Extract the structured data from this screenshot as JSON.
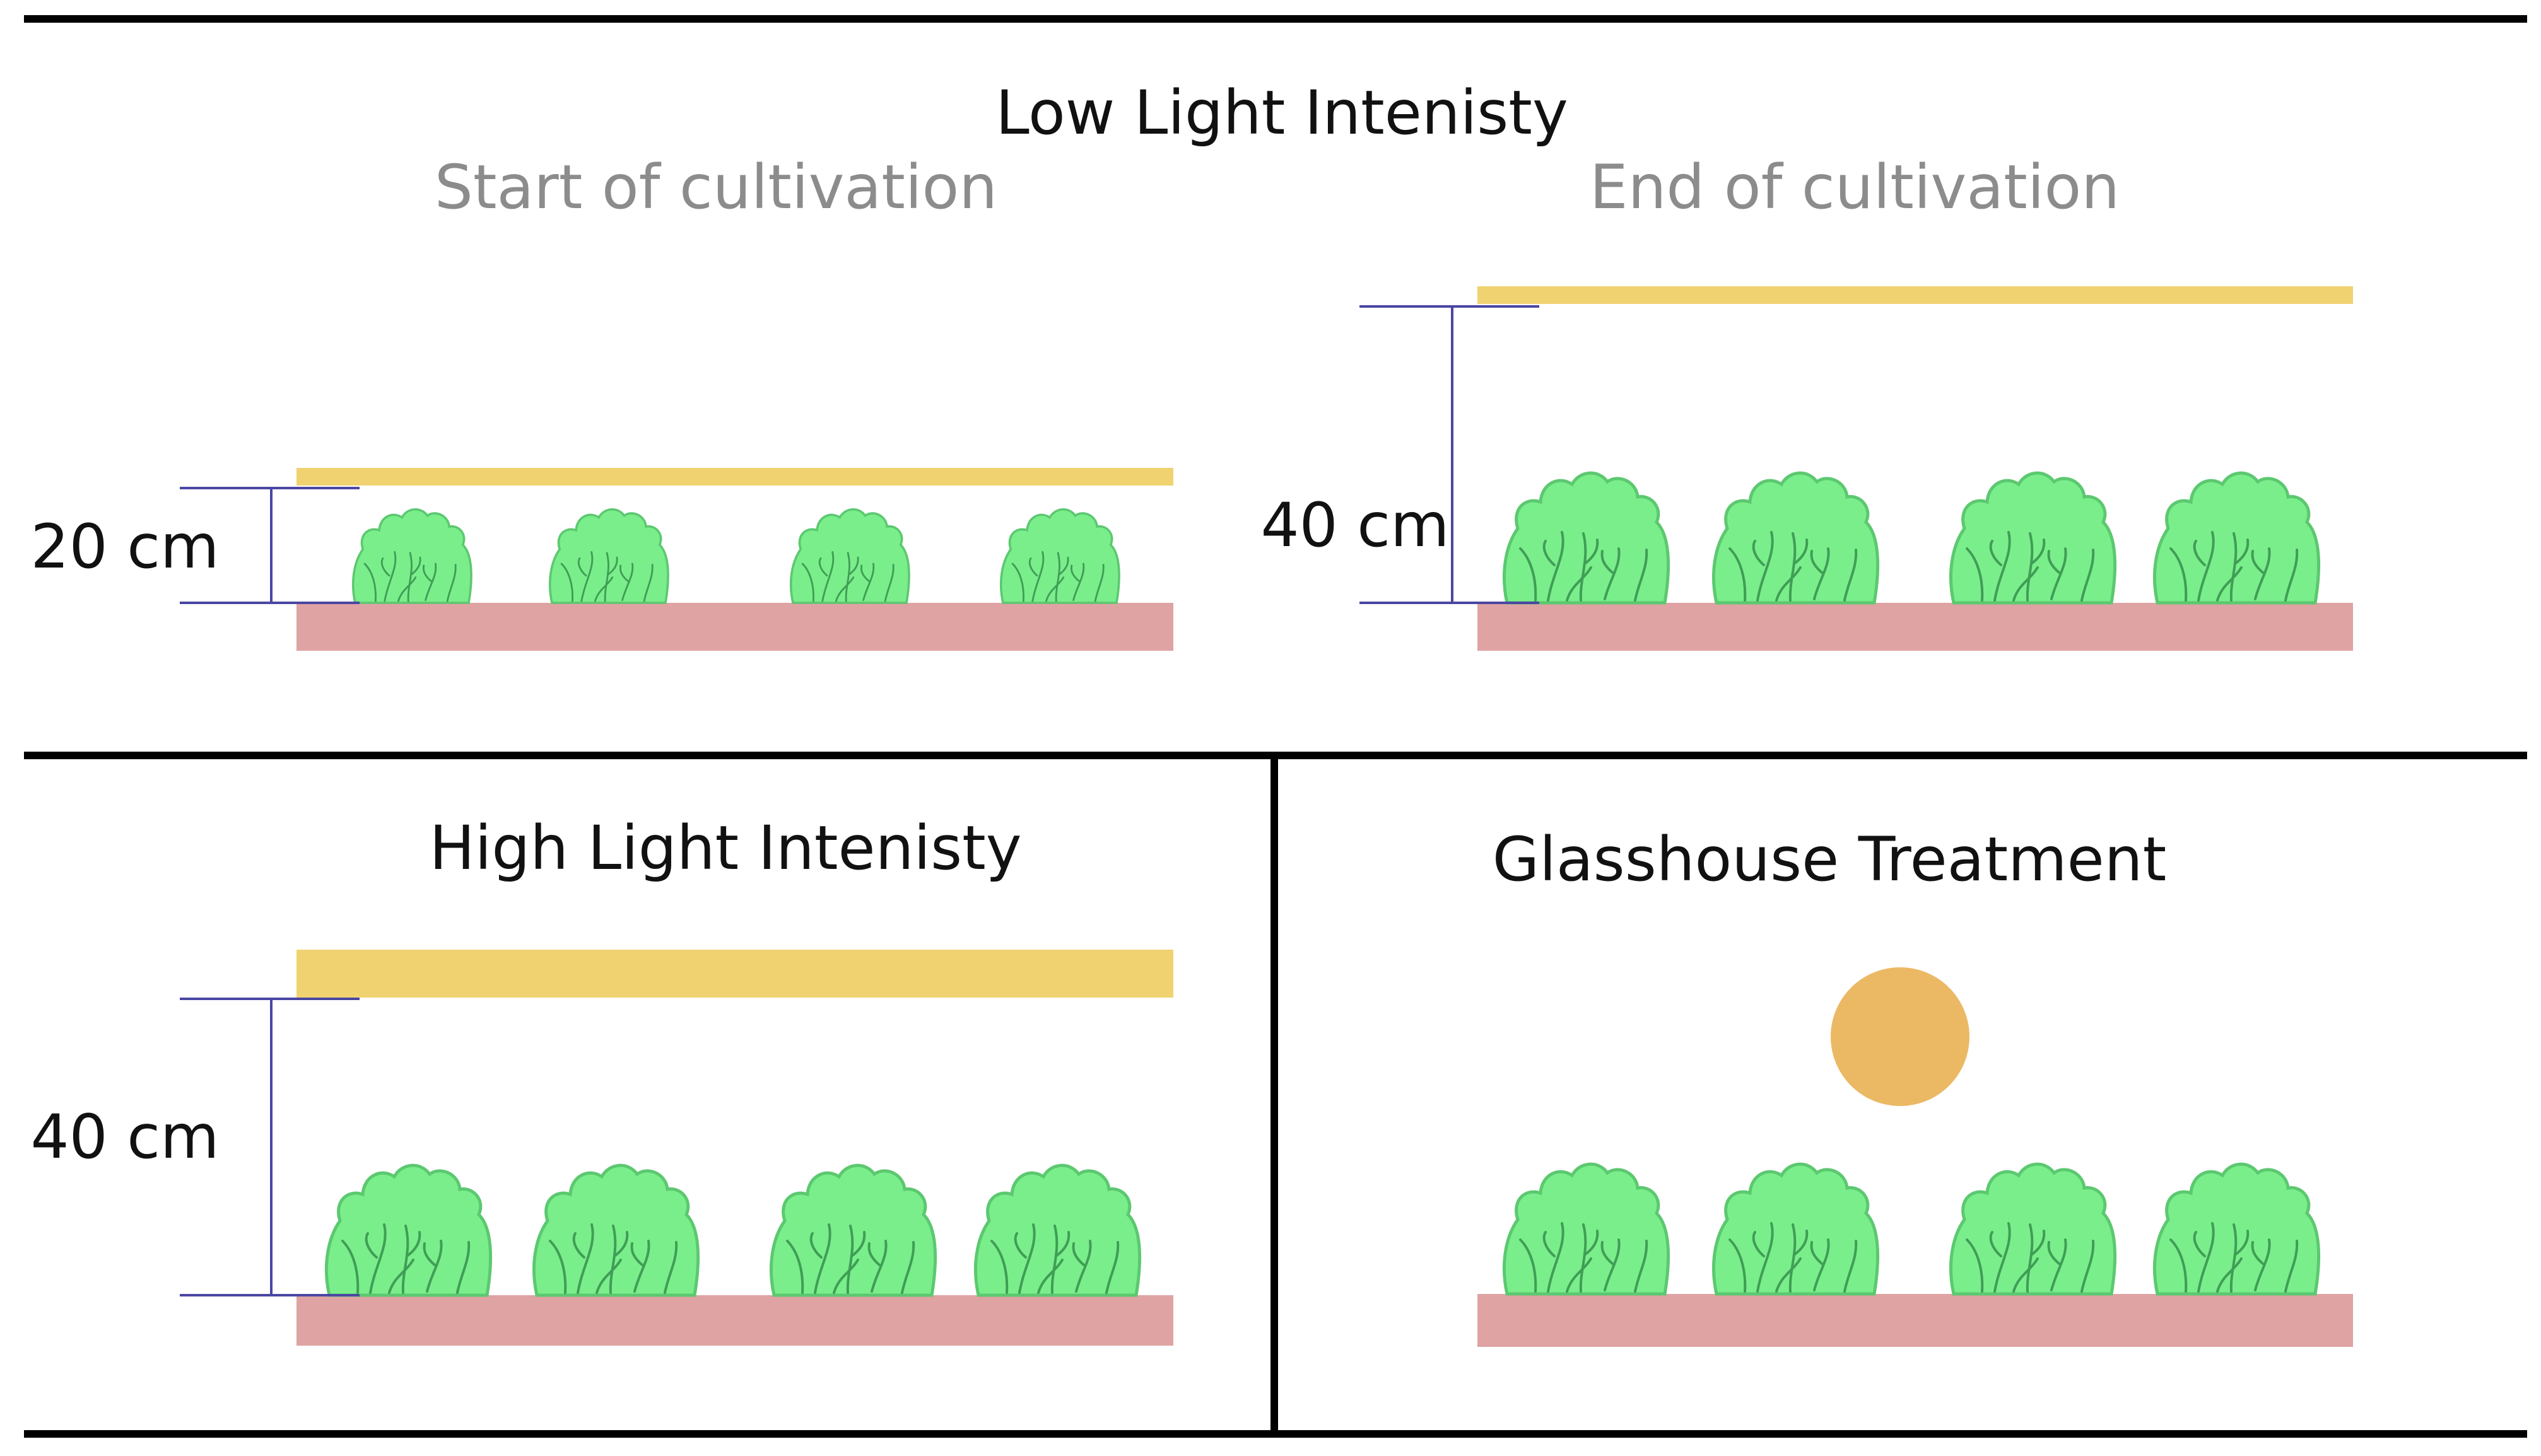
{
  "colors": {
    "rule": "#000000",
    "lamp": "#f0d271",
    "soil": "#dfa3a3",
    "plant_fill": "#7bee8c",
    "plant_stroke": "#5cc870",
    "plant_vein": "#3f9e55",
    "dimension": "#4a47a3",
    "sun": "#ebb964",
    "title_text": "#111111",
    "subtitle_text": "#8c8c8c"
  },
  "diagram": {
    "low_light": {
      "title": "Low Light Intenisty",
      "start": {
        "subtitle": "Start of cultivation",
        "distance_label": "20 cm",
        "plant_count": 4
      },
      "end": {
        "subtitle": "End of cultivation",
        "distance_label": "40 cm",
        "plant_count": 4
      }
    },
    "high_light": {
      "title": "High Light Intenisty",
      "distance_label": "40 cm",
      "plant_count": 4
    },
    "glasshouse": {
      "title": "Glasshouse Treatment",
      "plant_count": 4
    }
  }
}
